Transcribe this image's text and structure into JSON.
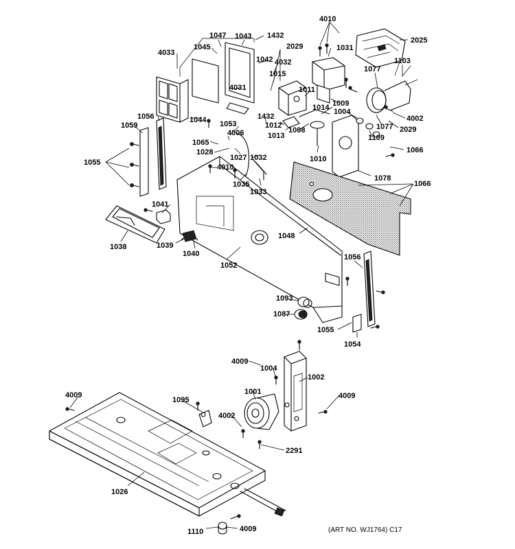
{
  "parts": [
    {
      "id": "p1047",
      "label": "1047"
    },
    {
      "id": "p1043",
      "label": "1043"
    },
    {
      "id": "p1432a",
      "label": "1432"
    },
    {
      "id": "p1045",
      "label": "1045"
    },
    {
      "id": "p4033",
      "label": "4033"
    },
    {
      "id": "p1042",
      "label": "1042"
    },
    {
      "id": "p2029a",
      "label": "2029"
    },
    {
      "id": "p4032",
      "label": "4032"
    },
    {
      "id": "p1015",
      "label": "1015"
    },
    {
      "id": "p4031",
      "label": "4031"
    },
    {
      "id": "p4010a",
      "label": "4010"
    },
    {
      "id": "p1031",
      "label": "1031"
    },
    {
      "id": "p2025",
      "label": "2025"
    },
    {
      "id": "p1103",
      "label": "1103"
    },
    {
      "id": "p1077a",
      "label": "1077"
    },
    {
      "id": "p1011",
      "label": "1011"
    },
    {
      "id": "p1009",
      "label": "1009"
    },
    {
      "id": "p1014",
      "label": "1014"
    },
    {
      "id": "p1004a",
      "label": "1004"
    },
    {
      "id": "p1077b",
      "label": "1077"
    },
    {
      "id": "p4002a",
      "label": "4002"
    },
    {
      "id": "p2029b",
      "label": "2029"
    },
    {
      "id": "p1044",
      "label": "1044"
    },
    {
      "id": "p1056a",
      "label": "1056"
    },
    {
      "id": "p1059",
      "label": "1059"
    },
    {
      "id": "p1432b",
      "label": "1432"
    },
    {
      "id": "p1012",
      "label": "1012"
    },
    {
      "id": "p1008",
      "label": "1008"
    },
    {
      "id": "p1053",
      "label": "1053"
    },
    {
      "id": "p4006",
      "label": "4006"
    },
    {
      "id": "p1013",
      "label": "1013"
    },
    {
      "id": "p1109",
      "label": "1109"
    },
    {
      "id": "p1065",
      "label": "1065"
    },
    {
      "id": "p1028",
      "label": "1028"
    },
    {
      "id": "p1066a",
      "label": "1066"
    },
    {
      "id": "p1027",
      "label": "1027"
    },
    {
      "id": "p1032",
      "label": "1032"
    },
    {
      "id": "p1010",
      "label": "1010"
    },
    {
      "id": "p1055a",
      "label": "1055"
    },
    {
      "id": "p4010b",
      "label": "4010"
    },
    {
      "id": "p1078",
      "label": "1078"
    },
    {
      "id": "p1066b",
      "label": "1066"
    },
    {
      "id": "p1035",
      "label": "1035"
    },
    {
      "id": "p1033",
      "label": "1033"
    },
    {
      "id": "p1041",
      "label": "1041"
    },
    {
      "id": "p1048",
      "label": "1048"
    },
    {
      "id": "p1038",
      "label": "1038"
    },
    {
      "id": "p1039",
      "label": "1039"
    },
    {
      "id": "p1040",
      "label": "1040"
    },
    {
      "id": "p1052",
      "label": "1052"
    },
    {
      "id": "p1056b",
      "label": "1056"
    },
    {
      "id": "p1093",
      "label": "1093"
    },
    {
      "id": "p1087",
      "label": "1087"
    },
    {
      "id": "p1055b",
      "label": "1055"
    },
    {
      "id": "p1054",
      "label": "1054"
    },
    {
      "id": "p4009a",
      "label": "4009"
    },
    {
      "id": "p1004b",
      "label": "1004"
    },
    {
      "id": "p1002",
      "label": "1002"
    },
    {
      "id": "p1001",
      "label": "1001"
    },
    {
      "id": "p4009b",
      "label": "4009"
    },
    {
      "id": "p1095",
      "label": "1095"
    },
    {
      "id": "p4009c",
      "label": "4009"
    },
    {
      "id": "p4002b",
      "label": "4002"
    },
    {
      "id": "p2291",
      "label": "2291"
    },
    {
      "id": "p1026",
      "label": "1026"
    },
    {
      "id": "p1110",
      "label": "1110"
    },
    {
      "id": "p4009d",
      "label": "4009"
    }
  ],
  "art_number": "(ART NO. WJ1764) C17"
}
